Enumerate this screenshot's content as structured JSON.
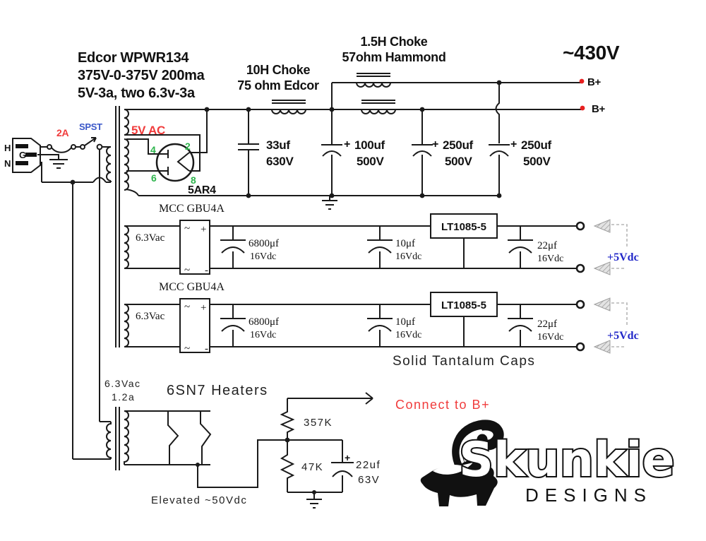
{
  "schematic_title": {
    "line1": "Edcor WPWR134",
    "line2": "375V-0-375V 200ma",
    "line3": "5V-3a, two 6.3v-3a"
  },
  "mains_input": {
    "pin_hot": "H",
    "pin_ground": "G",
    "pin_neutral": "N",
    "fuse_rating": "2A",
    "switch_type": "SPST"
  },
  "hv_section": {
    "heater_winding_label": "5V AC",
    "rectifier_tube": "5AR4",
    "tube_pins": {
      "plate1": "4",
      "heater_top": "2",
      "plate2": "6",
      "heater_bottom": "8"
    },
    "choke1_line1": "10H Choke",
    "choke1_line2": "75 ohm Edcor",
    "choke2_line1": "1.5H Choke",
    "choke2_line2": "57ohm Hammond",
    "cap1_value": "33uf",
    "cap1_voltage": "630V",
    "cap2_plus": "+",
    "cap2_value": "100uf",
    "cap2_voltage": "500V",
    "cap3_plus": "+",
    "cap3_value": "250uf",
    "cap3_voltage": "500V",
    "cap4_plus": "+",
    "cap4_value": "250uf",
    "cap4_voltage": "500V",
    "output_voltage": "~430V",
    "bplus_label_top": "B+",
    "bplus_label_bottom": "B+"
  },
  "lv_section": {
    "note": "Solid Tantalum Caps",
    "row1": {
      "winding": "6.3Vac",
      "bridge_part": "MCC GBU4A",
      "ac_in_top": "~",
      "dc_plus": "+",
      "ac_in_bottom": "~",
      "dc_minus": "-",
      "cap_in_value": "6800μf",
      "cap_in_voltage": "16Vdc",
      "cap_mid_value": "10μf",
      "cap_mid_voltage": "16Vdc",
      "regulator": "LT1085-5",
      "cap_out_value": "22μf",
      "cap_out_voltage": "16Vdc",
      "output_label": "+5Vdc"
    },
    "row2": {
      "winding": "6.3Vac",
      "bridge_part": "MCC GBU4A",
      "ac_in_top": "~",
      "dc_plus": "+",
      "ac_in_bottom": "~",
      "dc_minus": "-",
      "cap_in_value": "6800μf",
      "cap_in_voltage": "16Vdc",
      "cap_mid_value": "10μf",
      "cap_mid_voltage": "16Vdc",
      "regulator": "LT1085-5",
      "cap_out_value": "22μf",
      "cap_out_voltage": "16Vdc",
      "output_label": "+5Vdc"
    }
  },
  "heater_section": {
    "title": "6SN7 Heaters",
    "winding_voltage": "6.3Vac",
    "winding_current": "1.2a",
    "resistor_top": "357K",
    "resistor_bottom": "47K",
    "cap_plus": "+",
    "cap_value": "22uf",
    "cap_voltage": "63V",
    "elevated_note": "Elevated  ~50Vdc",
    "connect_note": "Connect to B+"
  },
  "logo": {
    "brand": "Skunkie",
    "tagline": "DESIGNS"
  },
  "colors": {
    "wire": "#1a1a1a",
    "accent_red": "#f03c3c",
    "pin_green": "#2db44c",
    "switch_blue": "#3a57c8",
    "dc_blue": "#2026c8",
    "arrow_gray": "#b5b5b5",
    "bplus_dot_red": "#e82020"
  }
}
